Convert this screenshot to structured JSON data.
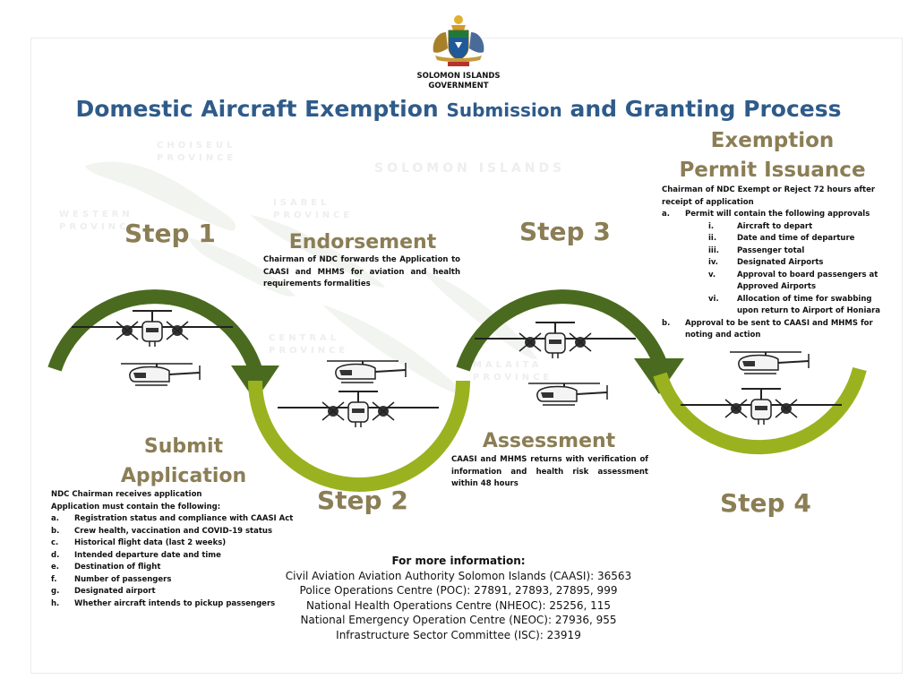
{
  "header": {
    "logo_line1": "SOLOMON ISLANDS",
    "logo_line2": "GOVERNMENT",
    "title_part1": "Domestic Aircraft Exemption",
    "title_part2": "Submission",
    "title_part3": "and Granting Process"
  },
  "colors": {
    "dark_green": "#4a6b1f",
    "light_green": "#9ab21f",
    "title_blue": "#2e5b8a",
    "step_olive": "#8b7e55"
  },
  "steps": {
    "step1": {
      "label": "Step 1",
      "heading": "Submit Application"
    },
    "step2": {
      "label": "Step 2",
      "heading": "Endorsement"
    },
    "step3": {
      "label": "Step 3",
      "heading": "Assessment"
    },
    "step4": {
      "label": "Step 4",
      "heading_line1": "Exemption",
      "heading_line2": "Permit Issuance"
    }
  },
  "submit": {
    "line1": "NDC Chairman receives application",
    "line2": "Application must contain the following:",
    "items": [
      {
        "marker": "a.",
        "text": "Registration status and compliance with CAASI Act"
      },
      {
        "marker": "b.",
        "text": "Crew health, vaccination and COVID-19 status"
      },
      {
        "marker": "c.",
        "text": "Historical flight data (last 2 weeks)"
      },
      {
        "marker": "d.",
        "text": "Intended departure date and time"
      },
      {
        "marker": "e.",
        "text": "Destination of flight"
      },
      {
        "marker": "f.",
        "text": "Number of passengers"
      },
      {
        "marker": "g.",
        "text": "Designated airport"
      },
      {
        "marker": "h.",
        "text": "Whether aircraft intends to pickup passengers"
      }
    ]
  },
  "endorsement": {
    "text": "Chairman of NDC forwards the Application to CAASI and MHMS for aviation and health requirements formalities"
  },
  "assessment": {
    "text": "CAASI and MHMS returns with verification of information and health risk assessment within 48 hours"
  },
  "permit": {
    "intro": "Chairman of NDC Exempt or Reject 72 hours after receipt of application",
    "a_marker": "a.",
    "a_text": "Permit will contain the following approvals",
    "subitems": [
      {
        "marker": "i.",
        "text": "Aircraft to depart"
      },
      {
        "marker": "ii.",
        "text": "Date and time of departure"
      },
      {
        "marker": "iii.",
        "text": "Passenger total"
      },
      {
        "marker": "iv.",
        "text": "Designated Airports"
      },
      {
        "marker": "v.",
        "text": "Approval to board passengers at Approved Airports"
      },
      {
        "marker": "vi.",
        "text": "Allocation of time for swabbing upon return to Airport of Honiara"
      }
    ],
    "b_marker": "b.",
    "b_text": "Approval to be sent to CAASI and MHMS for noting and action"
  },
  "contacts": {
    "heading": "For more information:",
    "lines": [
      "Civil Aviation Aviation Authority Solomon Islands (CAASI): 36563",
      "Police Operations Centre (POC): 27891, 27893, 27895, 999",
      "National Health Operations Centre (NHEOC): 25256, 115",
      "National Emergency Operation Centre (NEOC): 27936, 955",
      "Infrastructure Sector Committee (ISC): 23919"
    ]
  },
  "map_watermark": {
    "country": "SOLOMON ISLANDS",
    "p1": "CHOISEUL",
    "p2": "PROVINCE",
    "p3": "WESTERN",
    "p4": "PROVINCE",
    "p5": "ISABEL",
    "p6": "PROVINCE",
    "p7": "MALAITA",
    "p8": "PROVINCE",
    "p9": "CENTRAL",
    "p10": "PROVINCE"
  }
}
